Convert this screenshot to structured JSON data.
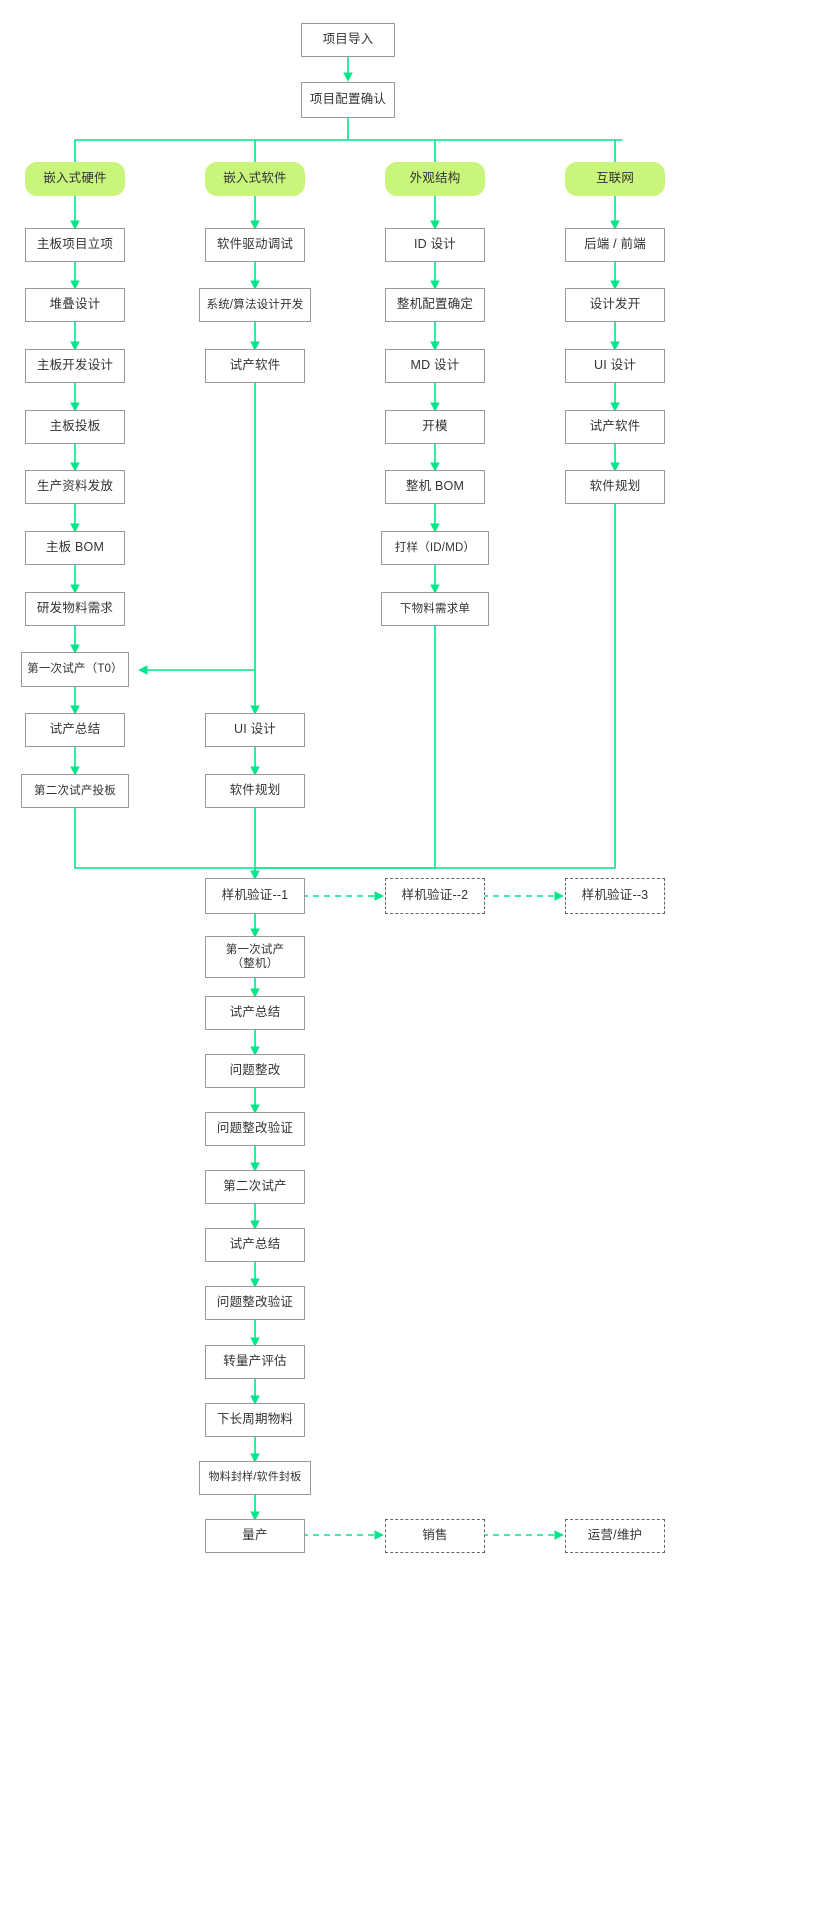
{
  "meta": {
    "title": "产品开发流程图",
    "accent_green": "#00e58a",
    "pill_green": "#c8f57a",
    "box_border": "#999999",
    "dashed_border": "#666666",
    "text_color": "#333333",
    "background": "#ffffff"
  },
  "top": {
    "start": "项目导入",
    "confirm": "项目配置确认"
  },
  "lanes": [
    {
      "id": "embedded-hardware",
      "header": "嵌入式硬件",
      "steps": [
        "主板项目立项",
        "堆叠设计",
        "主板开发设计",
        "主板投板",
        "生产资料发放",
        "主板 BOM",
        "研发物料需求",
        "第一次试产（T0）",
        "试产总结",
        "第二次试产投板"
      ]
    },
    {
      "id": "embedded-software",
      "header": "嵌入式软件",
      "steps": [
        "软件驱动调试",
        "系统/算法设计开发",
        "试产软件",
        "UI 设计",
        "软件规划"
      ]
    },
    {
      "id": "appearance-structure",
      "header": "外观结构",
      "steps": [
        "ID 设计",
        "整机配置确定",
        "MD 设计",
        "开模",
        "整机 BOM",
        "打样（ID/MD）",
        "下物料需求单"
      ]
    },
    {
      "id": "internet",
      "header": "互联网",
      "steps": [
        "后端 / 前端",
        "设计发开",
        "UI 设计",
        "试产软件",
        "软件规划"
      ]
    }
  ],
  "prototype_row": {
    "primary": "样机验证--1",
    "secondary": "样机验证--2",
    "tertiary": "样机验证--3"
  },
  "trunk": [
    "第一次试产\n（整机）",
    "试产总结",
    "问题整改",
    "问题整改验证",
    "第二次试产",
    "试产总结",
    "问题整改验证",
    "转量产评估",
    "下长周期物料",
    "物料封样/软件封板",
    "量产"
  ],
  "tail": {
    "sales": "销售",
    "ops": "运营/维护"
  }
}
